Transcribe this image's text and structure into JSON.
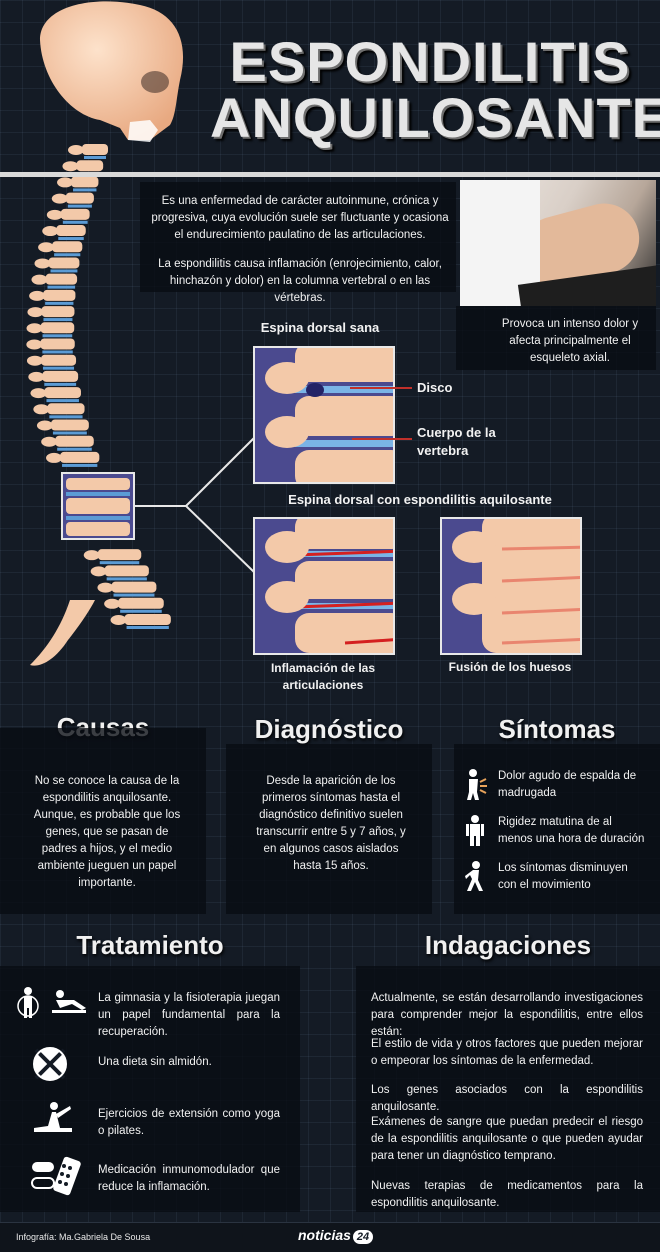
{
  "title": {
    "line1": "ESPONDILITIS",
    "line2": "ANQUILOSANTE"
  },
  "intro": {
    "p1": "Es una enfermedad de carácter autoinmune, crónica y progresiva, cuya evolución suele ser fluctuante y ocasiona el endurecimiento paulatino de las articulaciones.",
    "p2": "La espondilitis causa inflamación (enrojecimiento, calor, hinchazón y dolor) en la columna vertebral o en las vértebras."
  },
  "pain_caption": "Provoca un intenso dolor y afecta principalmente el esqueleto axial.",
  "healthy": {
    "title": "Espina dorsal sana",
    "disc_label": "Disco",
    "body_label": "Cuerpo de la vertebra"
  },
  "diseased": {
    "title": "Espina dorsal con espondilitis aquilosante",
    "caption_left": "Inflamación de las articulaciones",
    "caption_right": "Fusión de los huesos"
  },
  "causas": {
    "heading": "Causas",
    "text": "No se conoce la causa de la espondilitis anquilosante. Aunque, es probable que los genes, que se pasan de padres a hijos, y el medio ambiente jueguen un papel importante."
  },
  "diagnostico": {
    "heading": "Diagnóstico",
    "text": "Desde la aparición de los primeros síntomas hasta el diagnóstico definitivo suelen transcurrir entre 5 y 7 años, y en algunos casos aislados hasta 15 años."
  },
  "sintomas": {
    "heading": "Síntomas",
    "items": [
      {
        "icon": "back-pain-icon",
        "text": "Dolor agudo de espalda de madrugada"
      },
      {
        "icon": "stiff-person-icon",
        "text": "Rigidez matutina de al menos una hora de duración"
      },
      {
        "icon": "walking-person-icon",
        "text": "Los síntomas disminuyen con el movimiento"
      }
    ]
  },
  "tratamiento": {
    "heading": "Tratamiento",
    "items": [
      {
        "icon": "physiotherapy-icon",
        "text": "La gimnasia y la fisioterapia juegan un papel fundamental para la recuperación."
      },
      {
        "icon": "no-starch-icon",
        "text": "Una dieta sin almidón."
      },
      {
        "icon": "yoga-icon",
        "text": "Ejercicios de extensión como yoga o pilates."
      },
      {
        "icon": "pills-icon",
        "text": "Medicación inmunomodulador que reduce la inflamación."
      }
    ]
  },
  "indagaciones": {
    "heading": "Indagaciones",
    "paragraphs": [
      "Actualmente, se están desarrollando investigaciones para comprender mejor la espondilitis, entre ellos están:",
      "El estilo de vida y otros factores que pueden mejorar o empeorar los síntomas de la enfermedad.",
      "Los genes asociados con la espondilitis anquilosante.",
      "Exámenes de sangre que puedan predecir el riesgo de la espondilitis anquilosante o que pueden ayudar para tener un diagnóstico temprano.",
      "Nuevas terapias de medicamentos para la espondilitis anquilosante."
    ]
  },
  "footer": {
    "credit": "Infografía: Ma.Gabriela De Sousa",
    "logo_text": "noticias",
    "logo_badge": "24"
  },
  "colors": {
    "bone": "#f3c9a9",
    "disc": "#5b9bd5",
    "inflammation": "#d42020",
    "vertebra_bg": "#4b4a8f"
  }
}
